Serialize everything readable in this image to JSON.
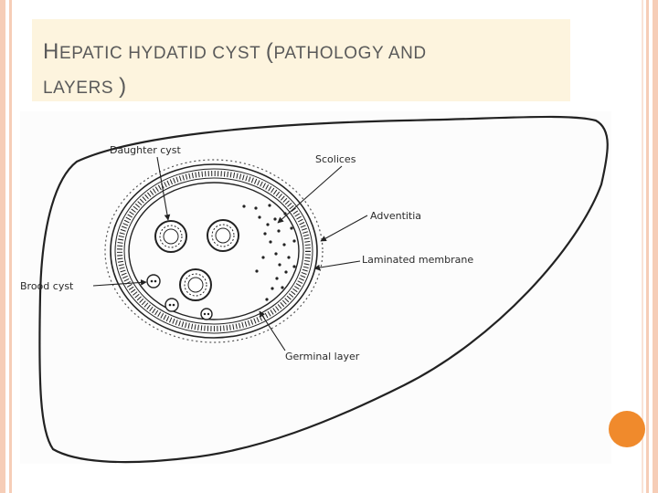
{
  "slide": {
    "title_initial_1": "H",
    "title_rest_1": "EPATIC HYDATID CYST ",
    "title_initial_2": "(",
    "title_rest_2": "PATHOLOGY AND",
    "title_line2": "LAYERS ",
    "title_close": ")"
  },
  "diagram": {
    "labels": {
      "daughter_cyst": "Daughter cyst",
      "scolices": "Scolices",
      "adventitia": "Adventitia",
      "laminated_membrane": "Laminated membrane",
      "brood_cyst": "Brood cyst",
      "germinal_layer": "Germinal layer"
    }
  },
  "colors": {
    "border": "#f6cdb7",
    "title_bg": "#fdf4de",
    "title_text": "#5a5a5a",
    "accent": "#f08a2c"
  }
}
